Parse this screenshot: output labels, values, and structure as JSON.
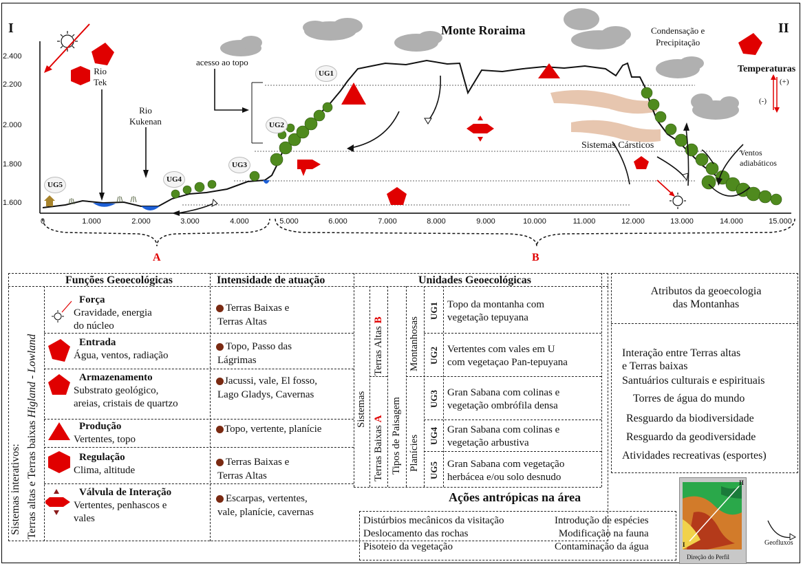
{
  "diagram": {
    "title": "Monte Roraima",
    "roman_left": "I",
    "roman_right": "II",
    "condensation": [
      "Condensação e",
      "Precipitação"
    ],
    "temperatures": "Temperaturas",
    "temp_plus": "(+)",
    "temp_minus": "(-)",
    "rio_tek": [
      "Rio",
      "Tek"
    ],
    "rio_kukenan": [
      "Rio",
      "Kukenan"
    ],
    "acesso": "acesso ao topo",
    "sistemas_carsticos": "Sistemas Cársticos",
    "ventos": [
      "Ventos",
      "adiabáticos"
    ],
    "ug_labels": [
      "UG1",
      "UG2",
      "UG3",
      "UG4",
      "UG5"
    ],
    "y_ticks": [
      "2.400",
      "2.200",
      "2.000",
      "1.800",
      "1.600"
    ],
    "x_ticks": [
      "0",
      "1.000",
      "2.000",
      "3.000",
      "4.000",
      "5.000",
      "6.000",
      "7.000",
      "8.000",
      "9.000",
      "10.000",
      "11.000",
      "12.000",
      "13.000",
      "14.000",
      "15.000"
    ],
    "section_a": "A",
    "section_b": "B"
  },
  "table": {
    "funcoes_header": "Funções Geoecológicas",
    "intensidade_header": "Intensidade de atuação",
    "unidades_header": "Unidades Geoecológicas",
    "sistemas_interativos": "Sistemas interativos:",
    "terras_line_prefix": "Terras altas e Terras baixas ",
    "terras_line_italic": "Higland - Lowland",
    "funcoes": [
      {
        "title": "Força",
        "desc": [
          "Gravidade, energia",
          "do núcleo"
        ]
      },
      {
        "title": "Entrada",
        "desc": [
          "Água, ventos, radiação"
        ]
      },
      {
        "title": "Armazenamento",
        "desc": [
          "Substrato geológico,",
          "areias, cristais de quartzo"
        ]
      },
      {
        "title": "Produção",
        "desc": [
          "Vertentes, topo"
        ]
      },
      {
        "title": "Regulação",
        "desc": [
          "Clima, altitude"
        ]
      },
      {
        "title": "Válvula de Interação",
        "desc": [
          "Vertentes, penhascos e",
          "vales"
        ]
      }
    ],
    "intensidade": [
      [
        "Terras Baixas e",
        "Terras Altas"
      ],
      [
        "Topo, Passo das",
        "Lágrimas"
      ],
      [
        "Jacussi, vale, El fosso,",
        "Lago Gladys,  Cavernas"
      ],
      [
        "Topo, vertente, planície"
      ],
      [
        "Terras Baixas e",
        "Terras Altas"
      ],
      [
        "Escarpas, vertentes,",
        "vale, planície, cavernas"
      ]
    ],
    "sistemas": "Sistemas",
    "terras_altas": "Terras Altas",
    "terras_baixas": "Terras  Baixas",
    "letter_b": "B",
    "letter_a": "A",
    "tipos_paisagem": "Tipos de Paisagem",
    "montanhosas": "Montanhosas",
    "planicies": "Planícies",
    "unidades": [
      {
        "code": "UG1",
        "desc": [
          "Topo da montanha com",
          "vegetação tepuyana"
        ]
      },
      {
        "code": "UG2",
        "desc": [
          "Vertentes com vales em U",
          "com vegetaçao Pan-tepuyana"
        ]
      },
      {
        "code": "UG3",
        "desc": [
          "Gran Sabana com colinas e",
          "vegetação ombrófila densa"
        ]
      },
      {
        "code": "UG4",
        "desc": [
          "Gran Sabana com colinas e",
          "vegetação  arbustiva"
        ]
      },
      {
        "code": "UG5",
        "desc": [
          "Gran Sabana com vegetação",
          "herbácea e/ou solo desnudo"
        ]
      }
    ]
  },
  "atributos": {
    "title": [
      "Atributos da geoecologia",
      "das Montanhas"
    ],
    "items": [
      "Interação entre Terras altas",
      "e Terras baixas",
      "Santuários culturais e espirituais",
      "Torres de água do mundo",
      "Resguardo da biodiversidade",
      "Resguardo da geodiversidade",
      "Atividades recreativas (esportes)"
    ]
  },
  "acoes": {
    "title": "Ações antrópicas na área",
    "left": [
      "Distúrbios mecânicos da visitação",
      "Deslocamento das rochas",
      "Pisoteio da vegetação"
    ],
    "right": [
      "Introdução de espécies",
      "Modificação na fauna",
      "Contaminação da água"
    ]
  },
  "map": {
    "caption": "Direção do Perfil",
    "label_i": "I",
    "label_ii": "II"
  },
  "geofluxos": "Geofluxos",
  "colors": {
    "red": "#e00000",
    "terrain": "#111111",
    "water": "#1d5fd6",
    "vegetation": "#4f8a1e",
    "cloud": "#9a9a9a",
    "bullet": "#7a2a12"
  }
}
